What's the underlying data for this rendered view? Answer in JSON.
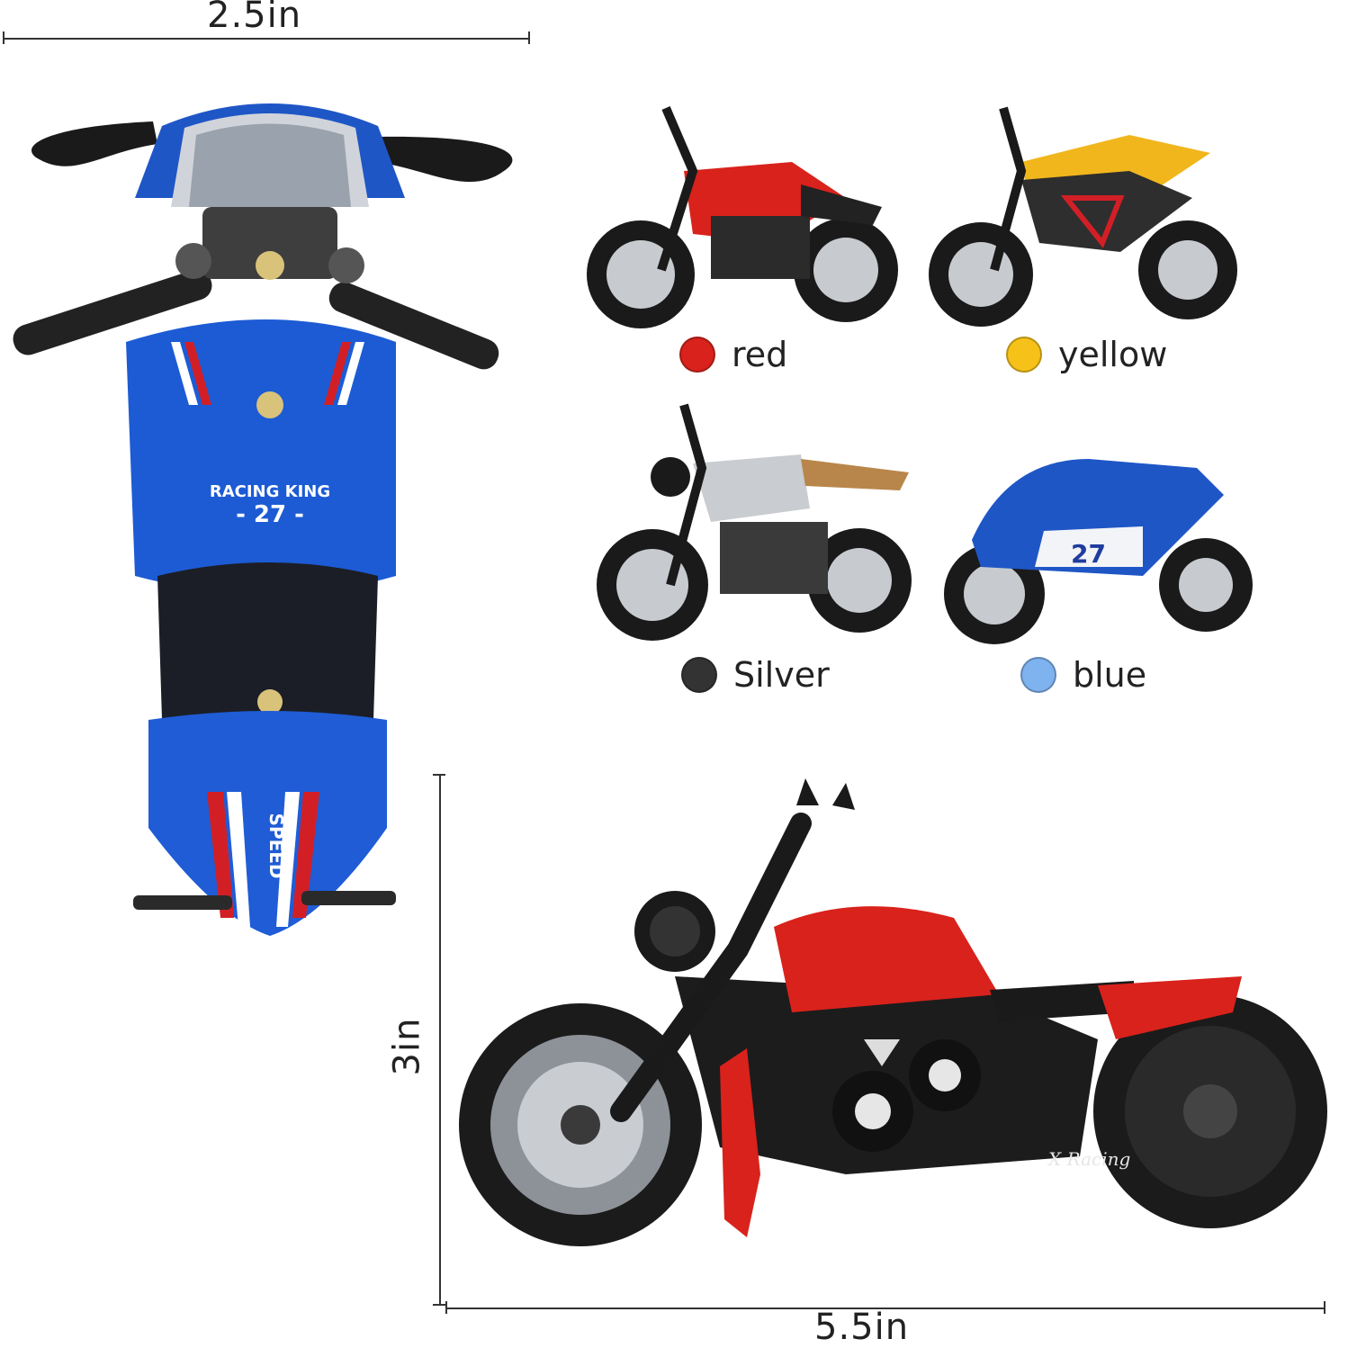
{
  "dimensions": {
    "width_label": "2.5in",
    "height_label": "3in",
    "length_label": "5.5in"
  },
  "variants": [
    {
      "label": "red",
      "color": "#d9221c"
    },
    {
      "label": "yellow",
      "color": "#f6c21a"
    },
    {
      "label": "Silver",
      "color": "#333333"
    },
    {
      "label": "blue",
      "color": "#7fb3ef"
    }
  ],
  "decals": {
    "tank_brand": "RACING KING",
    "tank_number": "- 27 -",
    "tail_text": "SPEED",
    "side_number": "27",
    "side_brand": "X Racing"
  }
}
